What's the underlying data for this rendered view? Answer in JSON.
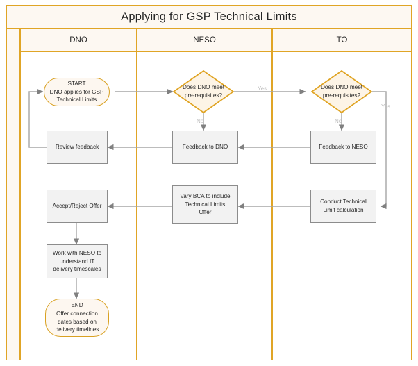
{
  "diagram": {
    "title": "Applying for GSP Technical Limits",
    "type": "swimlane-flowchart",
    "colors": {
      "frame_border": "#e0a526",
      "header_fill": "#fdf8f2",
      "process_fill": "#f2f2f2",
      "process_border": "#8c8c8c",
      "terminator_fill": "#fdf7f0",
      "terminator_border": "#d9a122",
      "decision_fill": "#fdf4e6",
      "decision_border": "#e0a526",
      "connector": "#a6a6a6",
      "connector_label": "#bfbfbf",
      "text": "#262626"
    },
    "lanes": [
      {
        "id": "dno",
        "label": "DNO"
      },
      {
        "id": "neso",
        "label": "NESO"
      },
      {
        "id": "to",
        "label": "TO"
      }
    ],
    "nodes": [
      {
        "id": "start",
        "lane": "dno",
        "shape": "terminator",
        "label": "START\nDNO applies for GSP\nTechnical Limits"
      },
      {
        "id": "dec_neso",
        "lane": "neso",
        "shape": "decision",
        "label": "Does DNO meet\npre-requisites?"
      },
      {
        "id": "dec_to",
        "lane": "to",
        "shape": "decision",
        "label": "Does DNO meet\npre-requisites?"
      },
      {
        "id": "review",
        "lane": "dno",
        "shape": "process",
        "label": "Review feedback"
      },
      {
        "id": "fb_dno",
        "lane": "neso",
        "shape": "process",
        "label": "Feedback to DNO"
      },
      {
        "id": "fb_neso",
        "lane": "to",
        "shape": "process",
        "label": "Feedback to NESO"
      },
      {
        "id": "accept",
        "lane": "dno",
        "shape": "process",
        "label": "Accept/Reject Offer"
      },
      {
        "id": "vary_bca",
        "lane": "neso",
        "shape": "process",
        "label": "Vary BCA to include\nTechnical Limits\nOffer"
      },
      {
        "id": "conduct",
        "lane": "to",
        "shape": "process",
        "label": "Conduct Technical\nLimit calculation"
      },
      {
        "id": "work_neso",
        "lane": "dno",
        "shape": "process",
        "label": "Work with NESO to\nunderstand IT\ndelivery timescales"
      },
      {
        "id": "end",
        "lane": "dno",
        "shape": "terminator",
        "label": "END\nOffer connection\ndates based on\ndelivery timelines"
      }
    ],
    "edge_labels": {
      "neso_yes": "Yes",
      "neso_no": "No",
      "to_yes": "Yes",
      "to_no": "No"
    }
  }
}
